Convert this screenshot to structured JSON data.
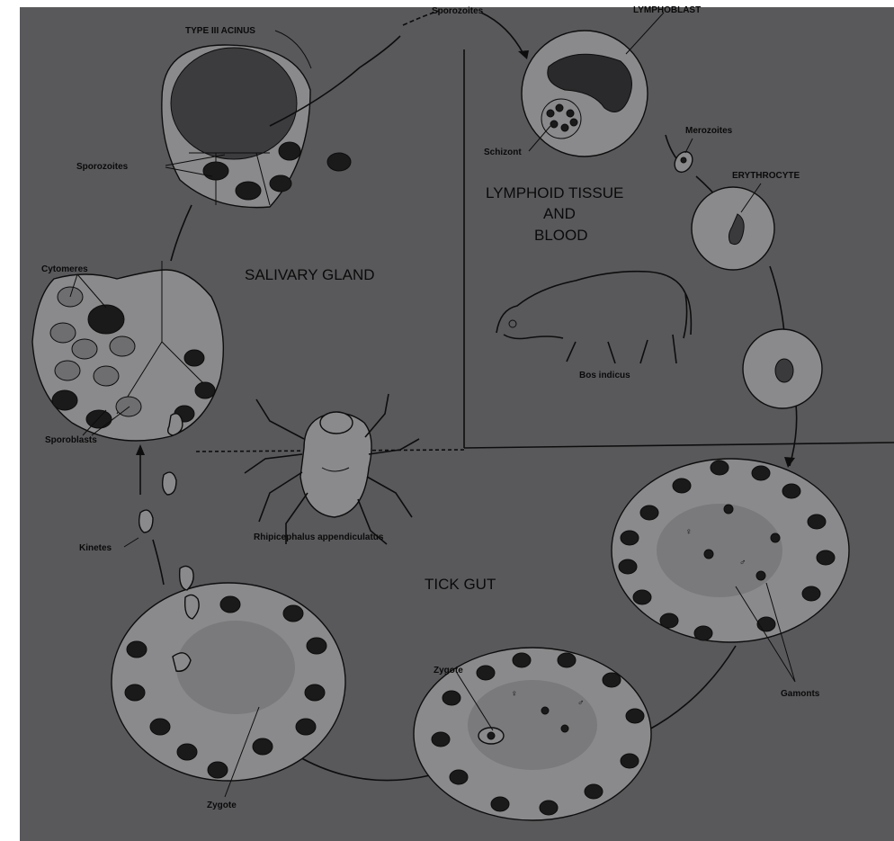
{
  "labels": {
    "type_iii_acinus": "TYPE III ACINUS",
    "sporozoites_top": "Sporozoites",
    "lymphoblast": "LYMPHOBLAST",
    "schizont": "Schizont",
    "merozoites": "Merozoites",
    "erythrocyte": "ERYTHROCYTE",
    "sporozoites_left": "Sporozoites",
    "cytomeres": "Cytomeres",
    "salivary_gland": "SALIVARY GLAND",
    "lymphoid_line1": "LYMPHOID TISSUE",
    "lymphoid_line2": "AND",
    "lymphoid_line3": "BLOOD",
    "bos_indicus": "Bos indicus",
    "sporoblasts": "Sporoblasts",
    "kinetes": "Kinetes",
    "rhipicephalus": "Rhipicephalus appendiculatus",
    "tick_gut": "TICK GUT",
    "zygote_mid": "Zygote",
    "zygote_left": "Zygote",
    "gamonts": "Gamonts",
    "female_symbol": "♀",
    "male_symbol": "♂"
  },
  "colors": {
    "plate": "#59595c",
    "ink": "#0d0d0d",
    "cell_fill": "#8a8a8c"
  }
}
